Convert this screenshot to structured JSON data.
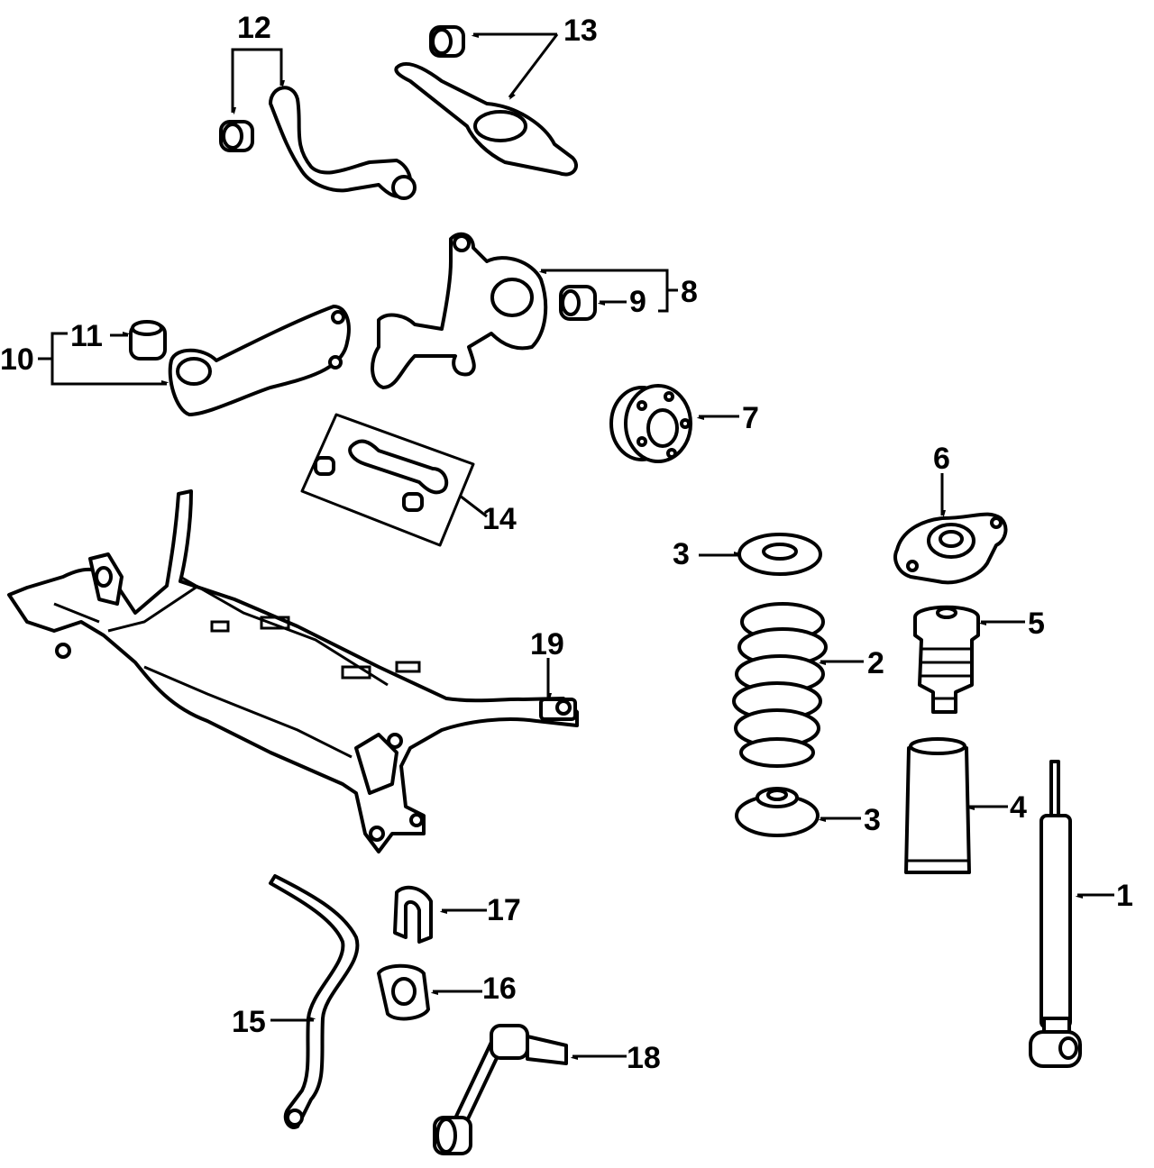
{
  "diagram": {
    "title": "Rear suspension exploded parts diagram",
    "callouts": {
      "c1": "1",
      "c2": "2",
      "c3a": "3",
      "c3b": "3",
      "c4": "4",
      "c5": "5",
      "c6": "6",
      "c7": "7",
      "c8": "8",
      "c9": "9",
      "c10": "10",
      "c11": "11",
      "c12": "12",
      "c13": "13",
      "c14": "14",
      "c15": "15",
      "c16": "16",
      "c17": "17",
      "c18": "18",
      "c19": "19"
    },
    "colors": {
      "line": "#000000",
      "background": "#ffffff"
    }
  }
}
